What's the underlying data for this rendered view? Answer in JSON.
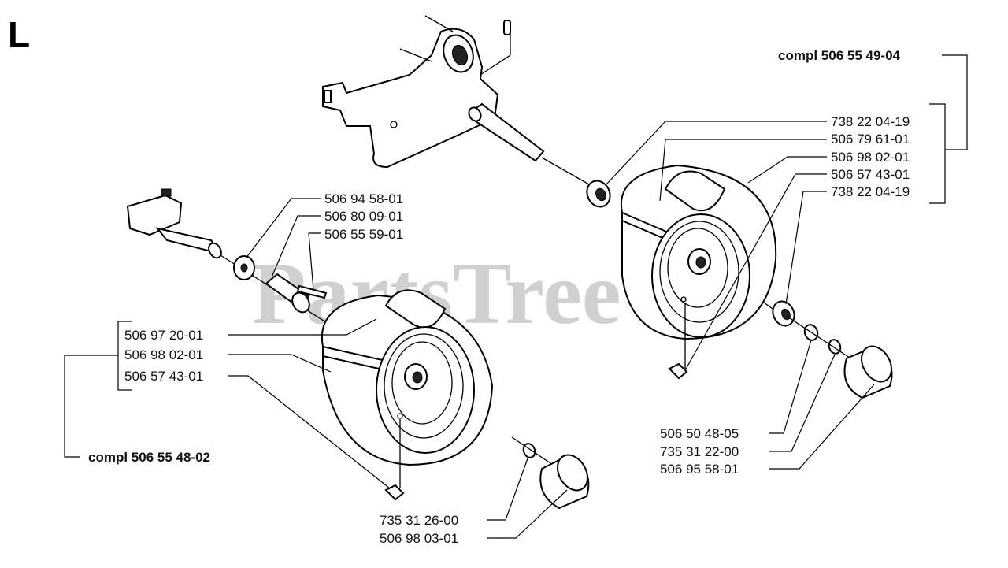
{
  "section_letter": "L",
  "watermark": "PartsTree",
  "right_assembly": {
    "compl_label": "compl 506 55 49-04",
    "parts": [
      "738 22 04-19",
      "506 79 61-01",
      "506 98 02-01",
      "506 57 43-01",
      "738 22 04-19"
    ],
    "lower_parts": [
      "506 50 48-05",
      "735 31 22-00",
      "506 95 58-01"
    ]
  },
  "left_assembly": {
    "top_parts": [
      "506 94 58-01",
      "506 80 09-01",
      "506 55 59-01"
    ],
    "wheel_parts": [
      "506 97 20-01",
      "506 98 02-01",
      "506 57 43-01"
    ],
    "compl_label": "compl 506 55 48-02",
    "lower_parts": [
      "735 31 26-00",
      "506 98 03-01"
    ]
  }
}
